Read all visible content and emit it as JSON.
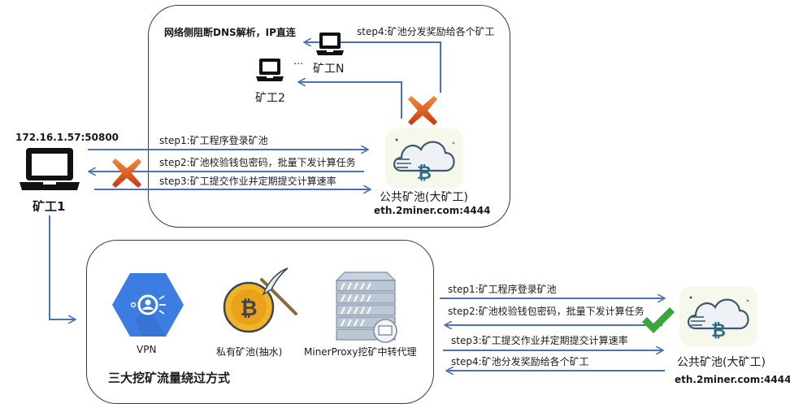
{
  "top_box": {
    "title": "网络侧阻断DNS解析，IP直连",
    "miner_n_label": "矿工N",
    "miner_2_label": "矿工2",
    "ellipsis": "…",
    "step4_label": "step4:矿池分发奖励给各个矿工",
    "step1_label": "step1:矿工程序登录矿池",
    "step2_label": "step2:矿池校验钱包密码，批量下发计算任务",
    "step3_label": "step3:矿工提交作业并定期提交计算速率",
    "pool_label": "公共矿池(大矿工)",
    "pool_host": "eth.2miner.com:4444"
  },
  "miner1": {
    "ip": "172.16.1.57:50800",
    "label": "矿工1"
  },
  "bottom_box": {
    "title": "三大挖矿流量绕过方式",
    "methods": [
      {
        "label": "VPN",
        "icon": "vpn-hexagon-icon"
      },
      {
        "label": "私有矿池(抽水)",
        "icon": "bitcoin-pickaxe-icon"
      },
      {
        "label": "MinerProxy挖矿中转代理",
        "icon": "server-rack-icon"
      }
    ]
  },
  "right_flow": {
    "step1_label": "step1:矿工程序登录矿池",
    "step2_label": "step2:矿池校验钱包密码，批量下发计算任务",
    "step3_label": "step3:矿工提交作业并定期提交计算速率",
    "step4_label": "step4:矿池分发奖励给各个矿工",
    "pool_label": "公共矿池(大矿工)",
    "pool_host": "eth.2miner.com:4444"
  },
  "colors": {
    "arrow": "#4a72b8",
    "cross": "#d9541e",
    "check": "#3aa53a",
    "vpn_blue": "#3b7de0",
    "coin": "#f0b429"
  }
}
